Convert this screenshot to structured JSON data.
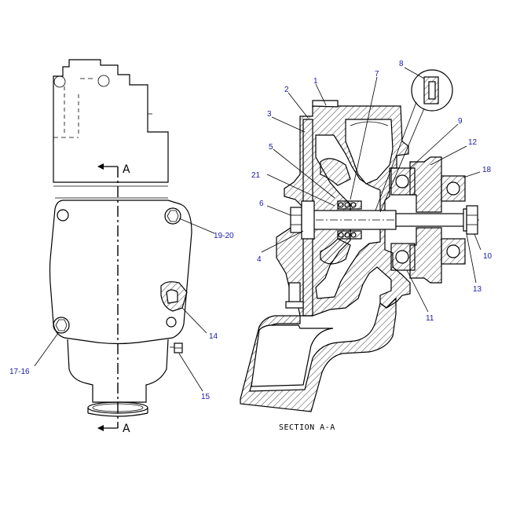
{
  "section_markers": {
    "top": "A",
    "bottom": "A"
  },
  "caption": "SECTION A-A",
  "callouts": {
    "c1": "1",
    "c2": "2",
    "c3": "3",
    "c4": "4",
    "c5": "5",
    "c6": "6",
    "c7": "7",
    "c8": "8",
    "c9": "9",
    "c10": "10",
    "c11": "11",
    "c12": "12",
    "c13": "13",
    "c14": "14",
    "c15": "15",
    "c17_16": "17-16",
    "c18": "18",
    "c19_20": "19-20",
    "c21": "21"
  },
  "colors": {
    "callout": "#1a1aa6",
    "line": "#000000",
    "background": "#ffffff"
  }
}
